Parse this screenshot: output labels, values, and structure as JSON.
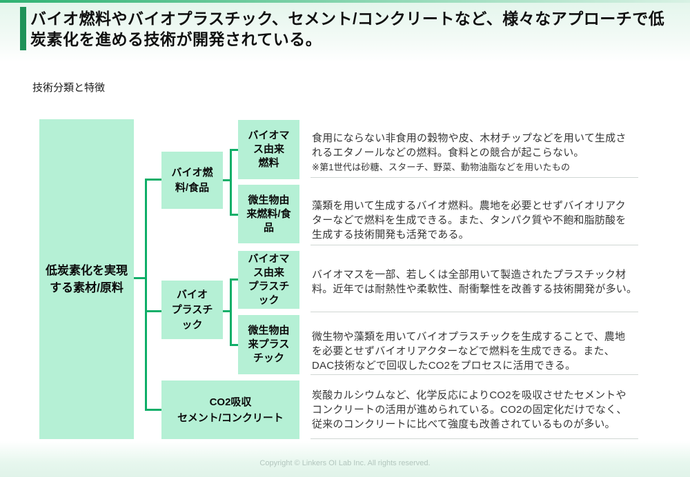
{
  "header": {
    "title_lines": [
      "バイオ燃料やバイオプラスチック、セメント/コンクリートなど、様々なアプローチで低",
      "炭素化を進める技術が開発されている。"
    ],
    "section_label": "技術分類と特徴"
  },
  "tree": {
    "root": {
      "lines": [
        "低炭素化を実現",
        "する素材/原料"
      ]
    },
    "mid": [
      {
        "lines": [
          "バイオ燃",
          "料/食品"
        ]
      },
      {
        "lines": [
          "バイオ",
          "プラスチ",
          "ック"
        ]
      },
      {
        "lines": [
          "CO2吸収",
          "セメント/コンクリート"
        ]
      }
    ],
    "leaves": [
      {
        "lines": [
          "バイオマ",
          "ス由来",
          "燃料"
        ]
      },
      {
        "lines": [
          "微生物由",
          "来燃料/食",
          "品"
        ]
      },
      {
        "lines": [
          "バイオマ",
          "ス由来",
          "プラスチ",
          "ック"
        ]
      },
      {
        "lines": [
          "微生物由",
          "来プラス",
          "チック"
        ]
      }
    ]
  },
  "descriptions": [
    {
      "lines": [
        "食用にならない非食用の穀物や皮、木材チップなどを用いて生成さ",
        "れるエタノールなどの燃料。食料との競合が起こらない。"
      ],
      "note": "※第1世代は砂糖、スターチ、野菜、動物油脂などを用いたもの"
    },
    {
      "lines": [
        "藻類を用いて生成するバイオ燃料。農地を必要とせずバイオリアク",
        "ターなどで燃料を生成できる。また、タンパク質や不飽和脂肪酸を",
        "生成する技術開発も活発である。"
      ]
    },
    {
      "lines": [
        "バイオマスを一部、若しくは全部用いて製造されたプラスチック材",
        "料。近年では耐熱性や柔軟性、耐衝撃性を改善する技術開発が多い。"
      ]
    },
    {
      "lines": [
        "微生物や藻類を用いてバイオプラスチックを生成することで、農地",
        "を必要とせずバイオリアクターなどで燃料を生成できる。また、",
        "DAC技術などで回収したCO2をプロセスに活用できる。"
      ]
    },
    {
      "lines": [
        "炭酸カルシウムなど、化学反応によりCO2を吸収させたセメントや",
        "コンクリートの活用が進められている。CO2の固定化だけでなく、",
        "従来のコンクリートに比べて強度も改善されているものが多い。"
      ]
    }
  ],
  "footer": {
    "copyright": "Copyright © Linkers OI Lab Inc. All rights reserved."
  },
  "colors": {
    "accent_green_dark": "#1e9258",
    "connector_green": "#0fae68",
    "node_mint": "#b5f0d5",
    "header_tint": "#e4f6ec",
    "separator_gray": "#d0d6d3",
    "footer_text": "#b3c6be"
  }
}
